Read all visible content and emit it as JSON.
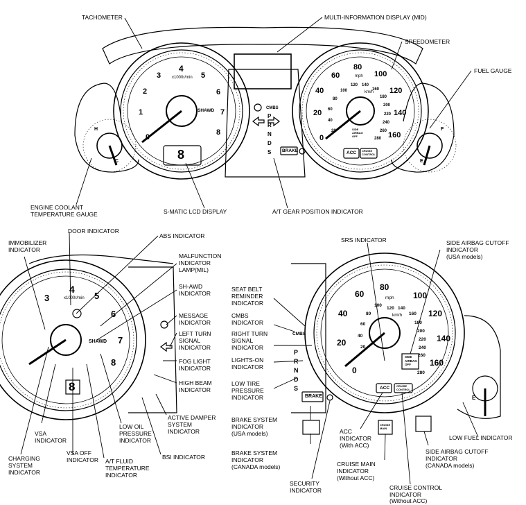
{
  "top": {
    "tachometer": "TACHOMETER",
    "mid": "MULTI-INFORMATION DISPLAY (MID)",
    "speedometer": "SPEEDOMETER",
    "fuel_gauge": "FUEL GAUGE",
    "coolant": "ENGINE COOLANT\nTEMPERATURE GAUGE",
    "smatic": "S-MATIC LCD DISPLAY",
    "at_gear": "A/T GEAR POSITION INDICATOR"
  },
  "left": {
    "immobilizer": "IMMOBILIZER\nINDICATOR",
    "door": "DOOR INDICATOR",
    "abs": "ABS INDICATOR",
    "mil": "MALFUNCTION\nINDICATOR\nLAMP(MIL)",
    "shawd": "SH-AWD\nINDICATOR",
    "message": "MESSAGE\nINDICATOR",
    "left_turn": "LEFT TURN\nSIGNAL\nINDICATOR",
    "fog": "FOG LIGHT\nINDICATOR",
    "high_beam": "HIGH BEAM\nINDICATOR",
    "active_damper": "ACTIVE DAMPER\nSYSTEM\nINDICATOR",
    "bsi": "BSI INDICATOR",
    "low_oil": "LOW OIL\nPRESSURE\nINDICATOR",
    "atf": "A/T FLUID\nTEMPERATURE\nINDICATOR",
    "vsa_off": "VSA OFF\nINDICATOR",
    "vsa": "VSA\nINDICATOR",
    "charging": "CHARGING\nSYSTEM\nINDICATOR"
  },
  "right": {
    "seat_belt": "SEAT BELT\nREMINDER\nINDICATOR",
    "cmbs": "CMBS\nINDICATOR",
    "right_turn": "RIGHT TURN\nSIGNAL\nINDICATOR",
    "lights_on": "LIGHTS-ON\nINDICATOR",
    "low_tire": "LOW TIRE\nPRESSURE\nINDICATOR",
    "brake_usa": "BRAKE SYSTEM\nINDICATOR",
    "brake_usa_sub": "(USA models)",
    "brake_can": "BRAKE SYSTEM\nINDICATOR",
    "brake_can_sub": "(CANADA models)",
    "security": "SECURITY\nINDICATOR",
    "srs": "SRS INDICATOR",
    "side_airbag_usa": "SIDE AIRBAG CUTOFF\nINDICATOR",
    "side_airbag_usa_sub": "(USA models)",
    "acc": "ACC\nINDICATOR",
    "acc_sub": "(With ACC)",
    "cruise_main": "CRUISE MAIN\nINDICATOR",
    "cruise_main_sub": "(Without ACC)",
    "cruise_control": "CRUISE CONTROL\nINDICATOR",
    "cruise_control_sub": "(Without ACC)",
    "low_fuel": "LOW FUEL INDICATOR",
    "side_airbag_can": "SIDE AIRBAG CUTOFF\nINDICATOR",
    "side_airbag_can_sub": "(CANADA models)"
  },
  "gauge_text": {
    "tach_numbers": [
      "1",
      "2",
      "3",
      "4",
      "5",
      "6",
      "7",
      "8",
      "0"
    ],
    "tach_unit": "x1000r/min",
    "shawd": "SHAWD",
    "smatic_digit": "8",
    "speed_mph": [
      "0",
      "20",
      "40",
      "60",
      "80",
      "100",
      "120",
      "140",
      "160"
    ],
    "speed_kmh": [
      "20",
      "40",
      "60",
      "80",
      "100",
      "120",
      "140",
      "160",
      "180",
      "200",
      "220",
      "240",
      "260",
      "280"
    ],
    "mph": "mph",
    "kmh": "km/h",
    "gears": [
      "P",
      "R",
      "N",
      "D",
      "S"
    ],
    "brake": "BRAKE",
    "acc": "ACC",
    "cruise_control": "CRUISE\nCONTROL",
    "side_airbag_off": "SIDE\nAIRBAG\nOFF",
    "cmbs": "CMBS",
    "temp_h": "H",
    "temp_c": "C",
    "fuel_f": "F",
    "fuel_e": "E",
    "cruise_main": "CRUISE\nMAIN"
  },
  "colors": {
    "ink": "#000000",
    "paper": "#ffffff"
  }
}
